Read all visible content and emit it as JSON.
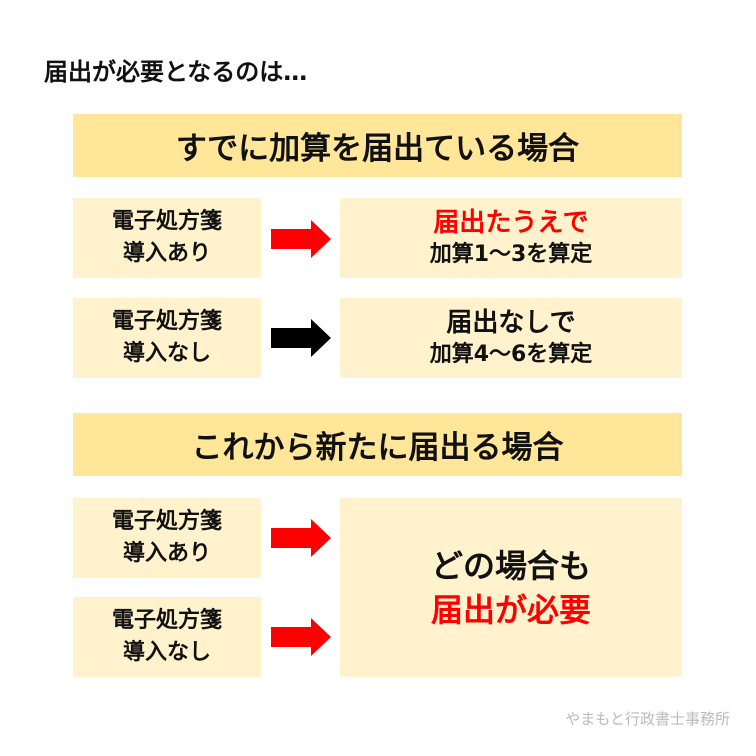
{
  "title": "届出が必要となるのは…",
  "section1": {
    "header": "すでに加算を届出ている場合",
    "rows": [
      {
        "left": [
          "電子処方箋",
          "導入あり"
        ],
        "arrow_color": "#FF0000",
        "right_top": "届出たうえで",
        "right_bottom": "加算1〜3を算定",
        "right_top_color": "#FF0000"
      },
      {
        "left": [
          "電子処方箋",
          "導入なし"
        ],
        "arrow_color": "#000000",
        "right_top": "届出なしで",
        "right_bottom": "加算4〜6を算定",
        "right_top_color": "#111111"
      }
    ]
  },
  "section2": {
    "header": "これから新たに届出る場合",
    "rows": [
      {
        "left": [
          "電子処方箋",
          "導入あり"
        ],
        "arrow_color": "#FF0000"
      },
      {
        "left": [
          "電子処方箋",
          "導入なし"
        ],
        "arrow_color": "#FF0000"
      }
    ],
    "result_top": "どの場合も",
    "result_bottom": "届出が必要"
  },
  "watermark": "やまもと行政書士事務所",
  "colors": {
    "header_bg": "#FFE699",
    "box_bg": "#FFF2CC",
    "accent": "#FF0000"
  }
}
